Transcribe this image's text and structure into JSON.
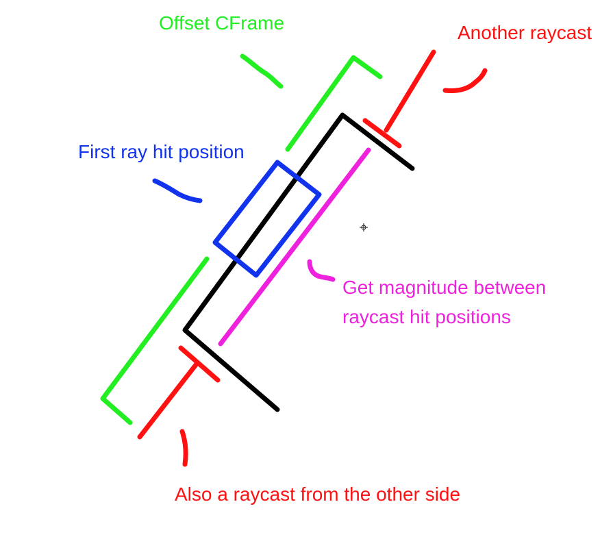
{
  "labels": {
    "offset_cframe": "Offset CFrame",
    "another_raycast": "Another raycast",
    "first_ray_hit": "First ray hit position",
    "magnitude": "Get magnitude between raycast hit positions",
    "also_raycast": "Also a raycast from the other side"
  },
  "colors": {
    "green": "#22ee22",
    "red": "#ff1111",
    "blue": "#1133ee",
    "magenta": "#ee22dd",
    "black": "#000000"
  },
  "icons": {
    "cursor": "move-cursor-icon"
  }
}
